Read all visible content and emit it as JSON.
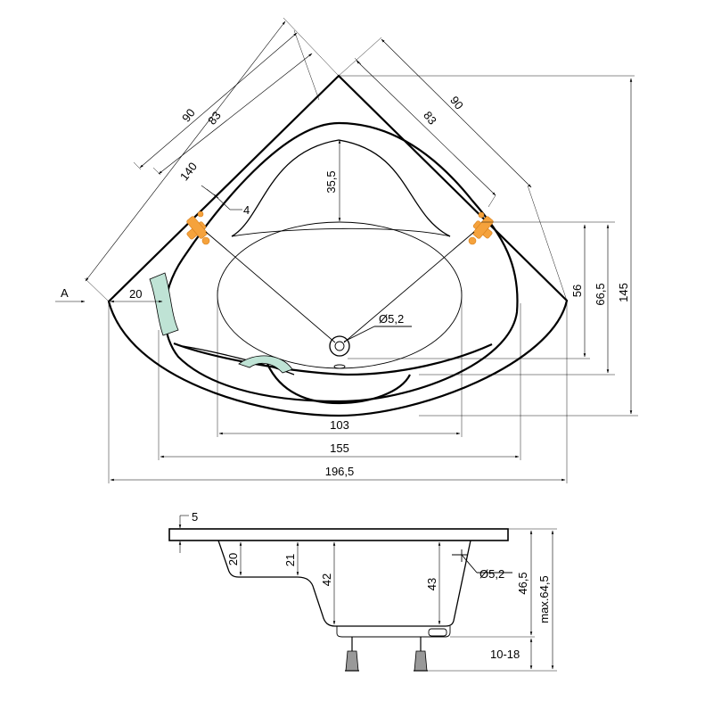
{
  "top_view": {
    "view_label": "A",
    "dims": {
      "outer_left_side": "90",
      "inner_left_side": "83",
      "inner_left_140": "140",
      "outer_right_side": "90",
      "inner_right_side": "83",
      "headrest_depth": "35,5",
      "rim_offset": "4",
      "side_rim": "20",
      "drain_diameter": "Ø5,2",
      "height_56": "56",
      "height_66_5": "66,5",
      "height_145": "145",
      "basin_width": "103",
      "inner_width": "155",
      "overall_width": "196,5"
    }
  },
  "side_view": {
    "dims": {
      "rim_thickness": "5",
      "depth_20": "20",
      "depth_21": "21",
      "depth_42": "42",
      "depth_43": "43",
      "drain_diameter": "Ø5,2",
      "height_46_5": "46,5",
      "max_height": "max.64,5",
      "leg_adjust": "10-18"
    }
  },
  "colors": {
    "fitting_orange": "#F5A23C",
    "panel_mint": "#BFE3D5",
    "line": "#000000"
  }
}
